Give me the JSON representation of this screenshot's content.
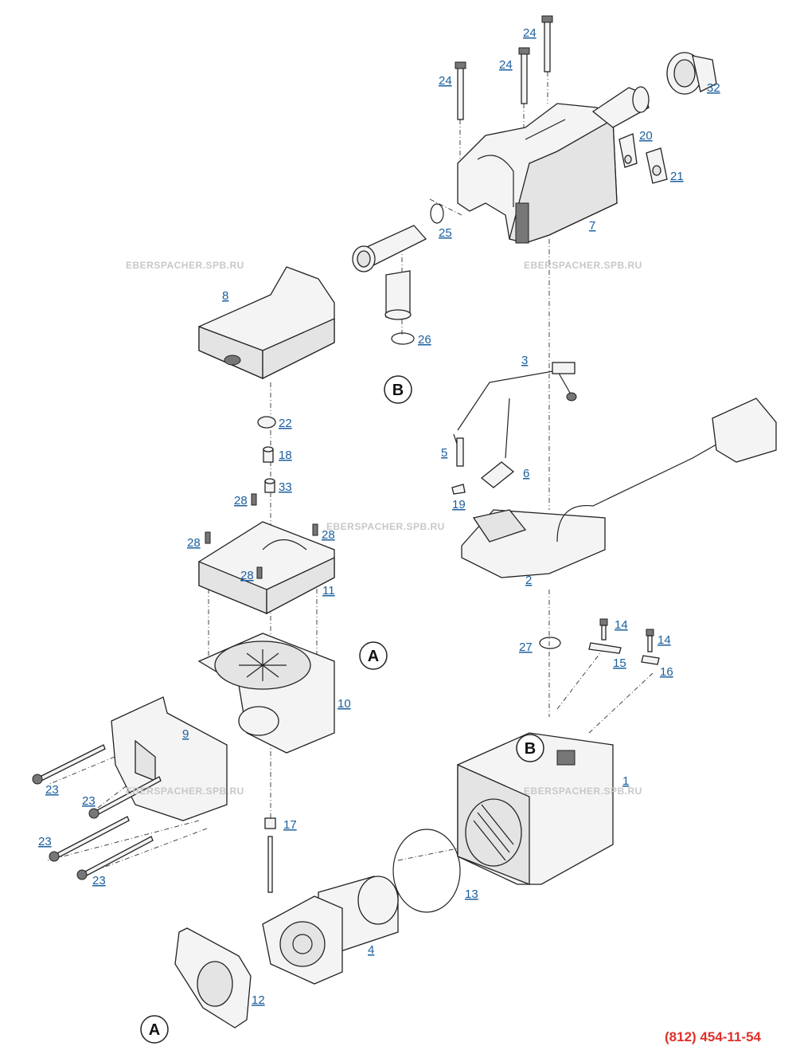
{
  "labels": {
    "p1": "1",
    "p2": "2",
    "p3": "3",
    "p4": "4",
    "p5": "5",
    "p6": "6",
    "p7": "7",
    "p8": "8",
    "p9": "9",
    "p10": "10",
    "p11": "11",
    "p12": "12",
    "p13": "13",
    "p14a": "14",
    "p14b": "14",
    "p15": "15",
    "p16": "16",
    "p17": "17",
    "p18": "18",
    "p19": "19",
    "p20": "20",
    "p21": "21",
    "p22": "22",
    "p23a": "23",
    "p23b": "23",
    "p23c": "23",
    "p23d": "23",
    "p24a": "24",
    "p24b": "24",
    "p24c": "24",
    "p25": "25",
    "p26": "26",
    "p27": "27",
    "p28a": "28",
    "p28b": "28",
    "p28c": "28",
    "p28d": "28",
    "p32": "32",
    "p33": "33"
  },
  "markers": {
    "a1": "A",
    "a2": "A",
    "b1": "B",
    "b2": "B"
  },
  "watermarks": {
    "w1": "EBERSPACHER.SPB.RU",
    "w2": "EBERSPACHER.SPB.RU",
    "w3": "EBERSPACHER.SPB.RU",
    "w4": "EBERSPACHER.SPB.RU",
    "w5": "EBERSPACHER.SPB.RU"
  },
  "phone": "(812) 454-11-54",
  "colors": {
    "label": "#1a5f9e",
    "phone": "#e0302a",
    "watermark": "#c8c8c8"
  }
}
